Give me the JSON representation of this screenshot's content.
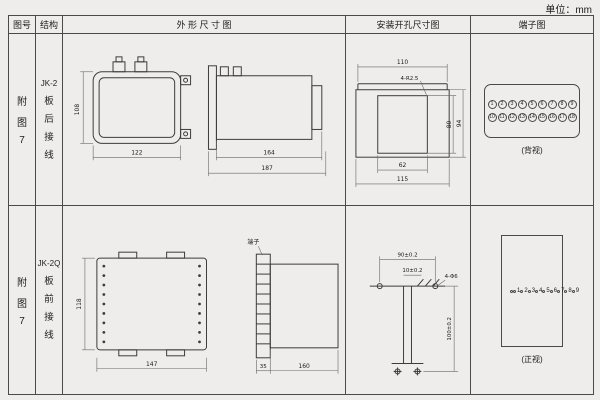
{
  "unit_label": "单位：mm",
  "colors": {
    "paper": "#eeedeb",
    "ink": "#4a4a4a"
  },
  "headers": {
    "fig_no": "图号",
    "structure": "结构",
    "outline": "外 形 尺 寸 图",
    "mounting": "安装开孔尺寸图",
    "terminal": "端子图"
  },
  "rows": [
    {
      "fig_chars": [
        "附",
        "图",
        "7"
      ],
      "model": "JK-2",
      "structure_chars": [
        "板",
        "后",
        "接",
        "线"
      ],
      "outline": {
        "height": "108",
        "width": "122",
        "depth_inner": "164",
        "depth_outer": "187"
      },
      "mounting": {
        "top_width": "110",
        "corner_note": "4-R2.5",
        "inner_height": "80",
        "outer_height": "94",
        "inner_width": "62",
        "outer_width": "115"
      },
      "terminal": {
        "top_row": [
          "1",
          "2",
          "3",
          "4",
          "5",
          "6",
          "7",
          "8",
          "9"
        ],
        "bottom_row": [
          "10",
          "11",
          "12",
          "13",
          "14",
          "15",
          "16",
          "17",
          "18"
        ],
        "view_label": "(背视)"
      }
    },
    {
      "fig_chars": [
        "附",
        "图",
        "7"
      ],
      "model": "JK-2Q",
      "structure_chars": [
        "板",
        "前",
        "接",
        "线"
      ],
      "outline": {
        "height": "118",
        "width": "147",
        "terminal_label": "端子",
        "strip_depth": "35",
        "depth": "160"
      },
      "mounting": {
        "hole_span": "90±0.2",
        "hole_offset": "10±0.2",
        "hole_note": "4-Φ6",
        "vertical_span": "100±0.2"
      },
      "terminal": {
        "pairs": [
          {
            "l": "1",
            "r": "10"
          },
          {
            "l": "2",
            "r": "11"
          },
          {
            "l": "3",
            "r": "12"
          },
          {
            "l": "4",
            "r": "13"
          },
          {
            "l": "5",
            "r": "14"
          },
          {
            "l": "6",
            "r": "15"
          },
          {
            "l": "7",
            "r": "16"
          },
          {
            "l": "8",
            "r": "17"
          },
          {
            "l": "9",
            "r": "18"
          }
        ],
        "view_label": "(正视)"
      }
    }
  ]
}
